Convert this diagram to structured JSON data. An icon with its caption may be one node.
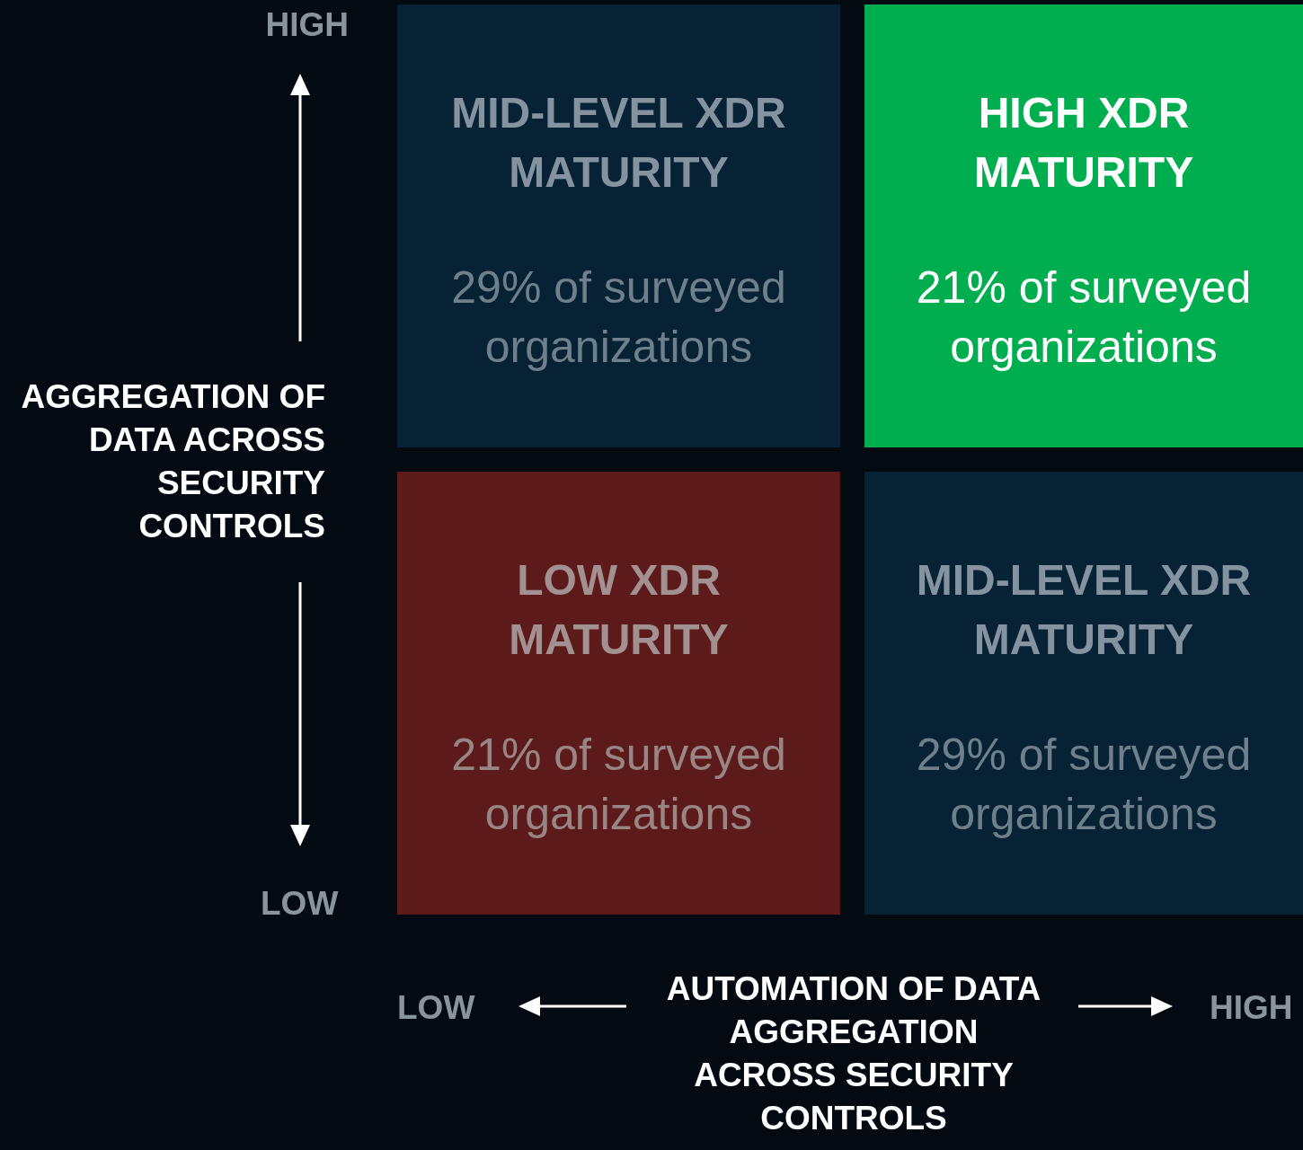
{
  "diagram": {
    "nodes": [
      {
        "text": [
          "MID-LEVEL XDR MATURITY",
          "29% of surveyed organizations"
        ]
      },
      {
        "text": [
          "HIGH XDR MATURITY",
          "21% of surveyed organizations"
        ]
      },
      {
        "text": [
          "LOW XDR MATURITY",
          "21% of surveyed organizations"
        ]
      },
      {
        "text": [
          "MID-LEVEL XDR MATURITY",
          "29% of surveyed organizations"
        ]
      }
    ],
    "labels": [
      "HIGH",
      "AGGREGATION OF DATA ACROSS SECURITY CONTROLS",
      "LOW",
      "LOW",
      "AUTOMATION OF DATA AGGREGATION ACROSS SECURITY CONTROLS",
      "HIGH"
    ]
  }
}
